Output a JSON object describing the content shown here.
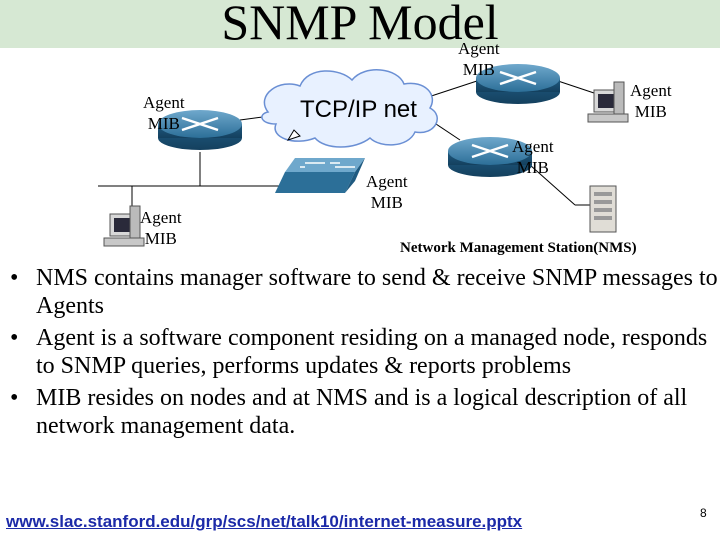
{
  "slide": {
    "title": "SNMP Model",
    "cloud_label": "TCP/IP net",
    "labels": {
      "top_agent": "Agent\nMIB",
      "right_agent": "Agent\nMIB",
      "left_router_agent": "Agent\nMIB",
      "left_pc_agent": "Agent\nMIB",
      "switch_agent": "Agent\nMIB",
      "middle_router_agent": "Agent\nMIB"
    },
    "nms_label": "Network Management Station(NMS)",
    "bullets": [
      "NMS contains manager software to send & receive SNMP messages to Agents",
      "Agent is a software component residing on a managed node, responds to SNMP queries, performs updates & reports problems",
      "MIB resides on nodes and at NMS and is a logical description of all network management data."
    ],
    "footer_link": "www.slac.stanford.edu/grp/scs/net/talk10/internet-measure.pptx",
    "page_number": "8"
  }
}
